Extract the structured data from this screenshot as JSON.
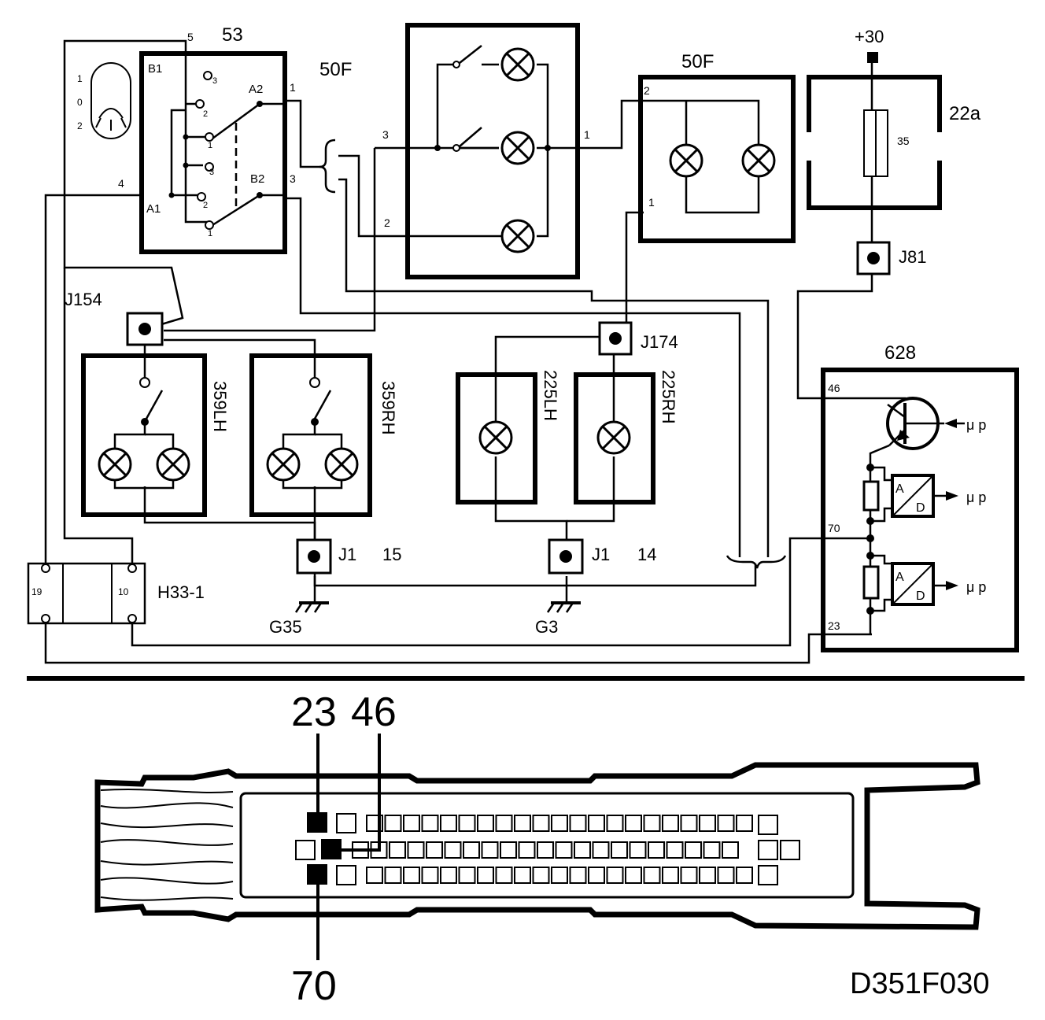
{
  "components": {
    "light_switch": {
      "ref": "53",
      "terminals": [
        "5",
        "4",
        "1",
        "3"
      ],
      "contacts": [
        "B1",
        "A1",
        "A2",
        "B2"
      ],
      "positions": [
        "1",
        "0",
        "2"
      ],
      "pin_numbers": [
        "3",
        "2",
        "1",
        "3",
        "2",
        "1"
      ]
    },
    "cluster_upper": {
      "ref": "50F",
      "terminals": [
        "3",
        "2",
        "1"
      ]
    },
    "cluster_right": {
      "ref": "50F",
      "terminals": [
        "2",
        "1"
      ]
    },
    "fuse_box": {
      "ref": "22a",
      "supply": "+30",
      "fuse": "35"
    },
    "junctions": {
      "j81": "J81",
      "j154": "J154",
      "j174": "J174",
      "j1a": "J1",
      "j1b": "J1"
    },
    "ground_pins": {
      "left": "15",
      "right": "14"
    },
    "grounds": {
      "g35": "G35",
      "g3": "G3"
    },
    "lamps": {
      "l359lh": "359LH",
      "l359rh": "359RH",
      "l225lh": "225LH",
      "l225rh": "225RH"
    },
    "connector": {
      "ref": "H33-1",
      "pins": [
        "19",
        "10"
      ]
    },
    "ecu": {
      "ref": "628",
      "pins": [
        "46",
        "70",
        "23"
      ],
      "ad_a": "A",
      "ad_d": "D",
      "mp": "μ p"
    }
  },
  "connector_pinout": {
    "labels": [
      "23",
      "46",
      "70"
    ]
  },
  "figure_code": "D351F030"
}
